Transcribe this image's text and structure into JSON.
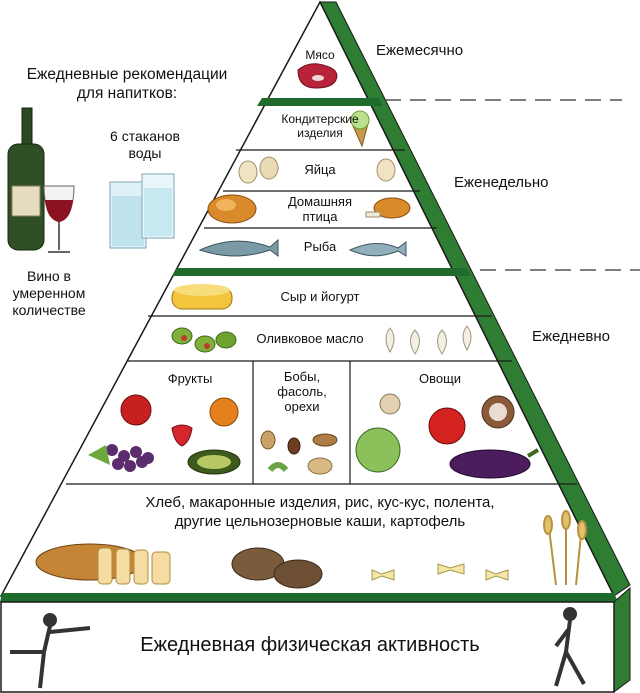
{
  "drinks": {
    "title_line1": "Ежедневные рекомендации",
    "title_line2": "для напитков:",
    "water_line1": "6 стаканов",
    "water_line2": "воды",
    "wine_line1": "Вино в",
    "wine_line2": "умеренном",
    "wine_line3": "количестве"
  },
  "frequency": {
    "monthly": "Ежемесячно",
    "weekly": "Еженедельно",
    "daily": "Ежедневно"
  },
  "tiers": {
    "meat": "Мясо",
    "sweets_line1": "Кондитерские",
    "sweets_line2": "изделия",
    "eggs": "Яйца",
    "poultry_line1": "Домашняя",
    "poultry_line2": "птица",
    "fish": "Рыба",
    "cheese": "Сыр и йогурт",
    "olive_oil": "Оливковое масло",
    "fruits": "Фрукты",
    "beans_line1": "Бобы,",
    "beans_line2": "фасоль,",
    "beans_line3": "орехи",
    "vegetables": "Овощи",
    "grains_line1": "Хлеб, макаронные изделия, рис, кус-кус, полента,",
    "grains_line2": "другие цельнозерновые каши, картофель"
  },
  "activity": "Ежедневная физическая активность",
  "colors": {
    "band_green": "#1f6b2b",
    "side_green": "#2f7d33",
    "outline": "#1a1a1a"
  }
}
